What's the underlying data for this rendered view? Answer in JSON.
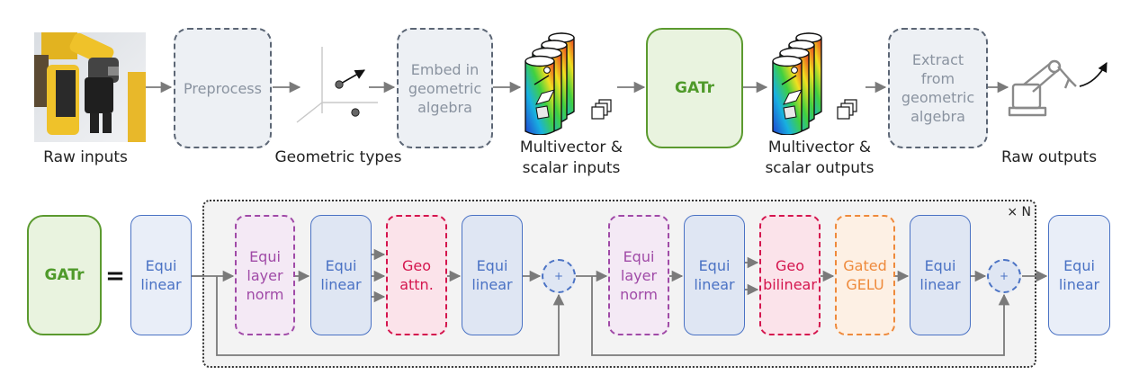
{
  "pipeline": {
    "raw_inputs_label": "Raw inputs",
    "preprocess_label": "Preprocess",
    "geometric_types_label": "Geometric types",
    "embed_label": "Embed in\ngeometric\nalgebra",
    "mv_inputs_label": "Multivector &\nscalar inputs",
    "gatr_label": "GATr",
    "mv_outputs_label": "Multivector &\nscalar outputs",
    "extract_label": "Extract\nfrom\ngeometric\nalgebra",
    "raw_outputs_label": "Raw outputs"
  },
  "architecture": {
    "gatr_label": "GATr",
    "equals_sign": "=",
    "repeat_label": "× N",
    "add_symbol": "+",
    "equi_linear_label": "Equi\nlinear",
    "equi_layer_norm_label": "Equi\nlayer\nnorm",
    "geo_attn_label": "Geo\nattn.",
    "geo_bilinear_label": "Geo\nbilinear",
    "gated_gelu_label": "Gated\nGELU"
  },
  "colors": {
    "arrow": "#7a7a7a",
    "green": "#5b9a2f",
    "blue": "#4a72c4",
    "purple": "#a04aa7",
    "red": "#d4164e",
    "orange": "#ee8a3c",
    "gray_box": "#5c6675"
  },
  "icons": [
    "robot-arm-photo-icon",
    "geometric-types-icon",
    "multivector-stack-icon",
    "scalar-stack-icon",
    "robot-arm-outline-icon"
  ]
}
